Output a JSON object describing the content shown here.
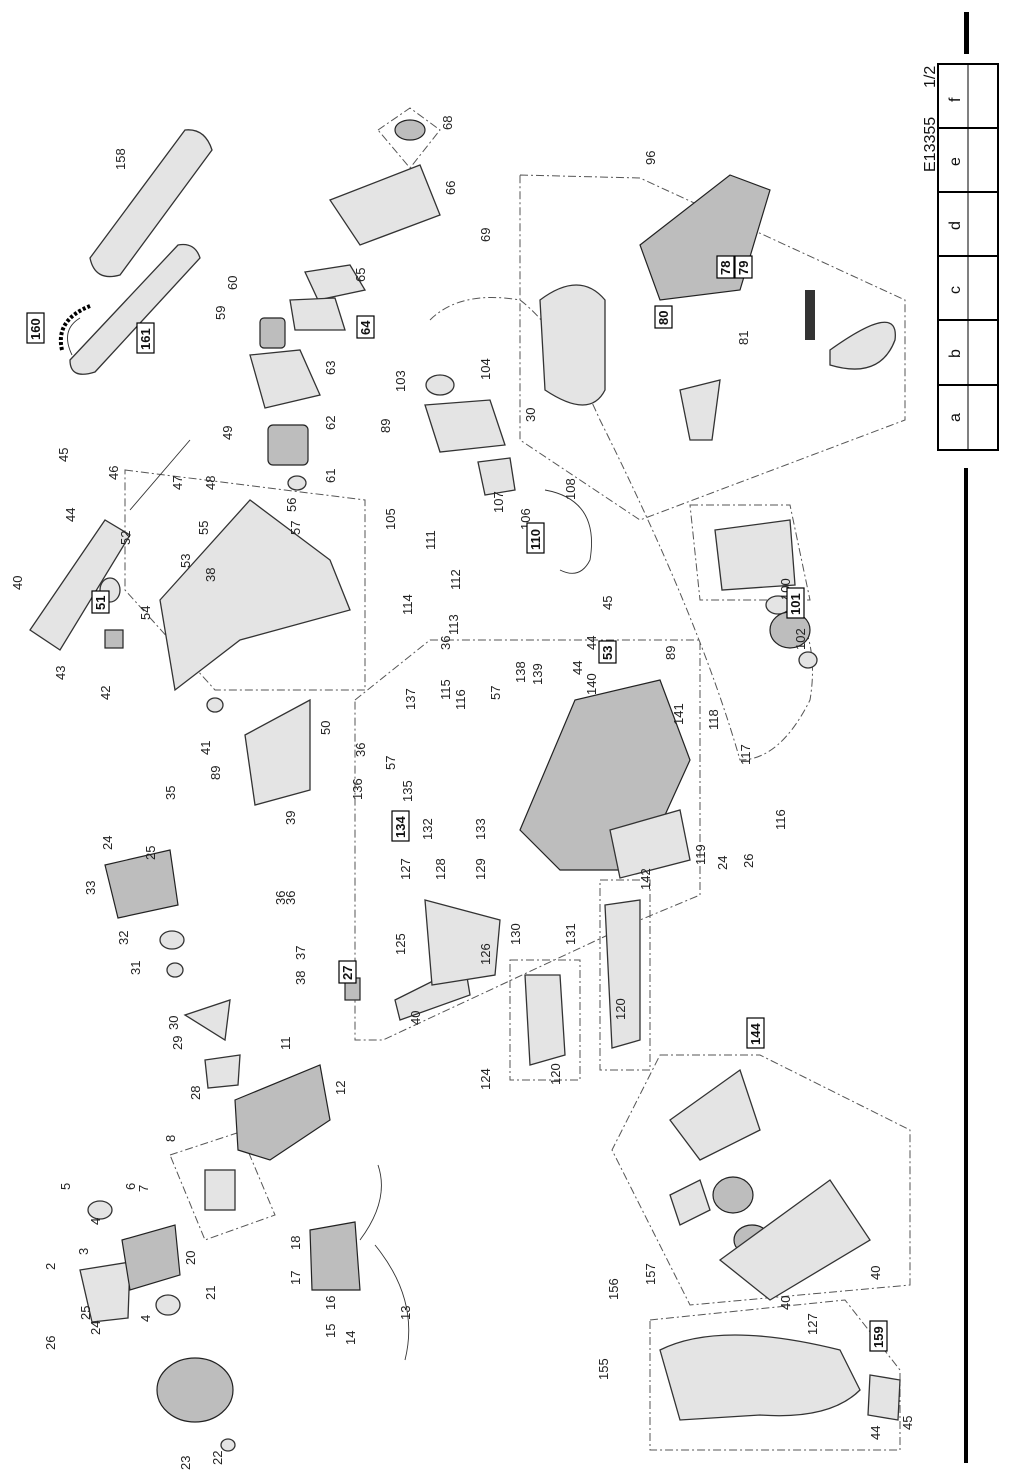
{
  "drawing": {
    "code": "E13355",
    "sheet": "1/2"
  },
  "table": {
    "columns": [
      "a",
      "b",
      "c",
      "d",
      "e",
      "f"
    ]
  },
  "callouts": [
    {
      "n": "2"
    },
    {
      "n": "3"
    },
    {
      "n": "4"
    },
    {
      "n": "5"
    },
    {
      "n": "6"
    },
    {
      "n": "7"
    },
    {
      "n": "8"
    },
    {
      "n": "11"
    },
    {
      "n": "12"
    },
    {
      "n": "13"
    },
    {
      "n": "14"
    },
    {
      "n": "15"
    },
    {
      "n": "16"
    },
    {
      "n": "17"
    },
    {
      "n": "18"
    },
    {
      "n": "20"
    },
    {
      "n": "21"
    },
    {
      "n": "4"
    },
    {
      "n": "22"
    },
    {
      "n": "23"
    },
    {
      "n": "24"
    },
    {
      "n": "25"
    },
    {
      "n": "26"
    },
    {
      "n": "28"
    },
    {
      "n": "29"
    },
    {
      "n": "30"
    },
    {
      "n": "31"
    },
    {
      "n": "32"
    },
    {
      "n": "33"
    },
    {
      "n": "24"
    },
    {
      "n": "25"
    },
    {
      "n": "35"
    },
    {
      "n": "36"
    },
    {
      "n": "37"
    },
    {
      "n": "38"
    },
    {
      "n": "39"
    },
    {
      "n": "89"
    },
    {
      "n": "41"
    },
    {
      "n": "40"
    },
    {
      "n": "42"
    },
    {
      "n": "43"
    },
    {
      "n": "44"
    },
    {
      "n": "45"
    },
    {
      "n": "46"
    },
    {
      "n": "47"
    },
    {
      "n": "48"
    },
    {
      "n": "49"
    },
    {
      "n": "50"
    },
    {
      "n": "52"
    },
    {
      "n": "53"
    },
    {
      "n": "54"
    },
    {
      "n": "55"
    },
    {
      "n": "56"
    },
    {
      "n": "57"
    },
    {
      "n": "38"
    },
    {
      "n": "59"
    },
    {
      "n": "60"
    },
    {
      "n": "61"
    },
    {
      "n": "62"
    },
    {
      "n": "63"
    },
    {
      "n": "65"
    },
    {
      "n": "66"
    },
    {
      "n": "68"
    },
    {
      "n": "69"
    },
    {
      "n": "81"
    },
    {
      "n": "96"
    },
    {
      "n": "100"
    },
    {
      "n": "102"
    },
    {
      "n": "103"
    },
    {
      "n": "104"
    },
    {
      "n": "89"
    },
    {
      "n": "30"
    },
    {
      "n": "105"
    },
    {
      "n": "106"
    },
    {
      "n": "107"
    },
    {
      "n": "108"
    },
    {
      "n": "111"
    },
    {
      "n": "112"
    },
    {
      "n": "113"
    },
    {
      "n": "114"
    },
    {
      "n": "115"
    },
    {
      "n": "116"
    },
    {
      "n": "57"
    },
    {
      "n": "36"
    },
    {
      "n": "138"
    },
    {
      "n": "139"
    },
    {
      "n": "44"
    },
    {
      "n": "140"
    },
    {
      "n": "45"
    },
    {
      "n": "44"
    },
    {
      "n": "89"
    },
    {
      "n": "141"
    },
    {
      "n": "118"
    },
    {
      "n": "117"
    },
    {
      "n": "116"
    },
    {
      "n": "24"
    },
    {
      "n": "26"
    },
    {
      "n": "119"
    },
    {
      "n": "142"
    },
    {
      "n": "36"
    },
    {
      "n": "137"
    },
    {
      "n": "57"
    },
    {
      "n": "136"
    },
    {
      "n": "135"
    },
    {
      "n": "132"
    },
    {
      "n": "133"
    },
    {
      "n": "127"
    },
    {
      "n": "128"
    },
    {
      "n": "129"
    },
    {
      "n": "130"
    },
    {
      "n": "131"
    },
    {
      "n": "125"
    },
    {
      "n": "126"
    },
    {
      "n": "40"
    },
    {
      "n": "124"
    },
    {
      "n": "120"
    },
    {
      "n": "120"
    },
    {
      "n": "155"
    },
    {
      "n": "156"
    },
    {
      "n": "157"
    },
    {
      "n": "40"
    },
    {
      "n": "127"
    },
    {
      "n": "44"
    },
    {
      "n": "45"
    },
    {
      "n": "40"
    },
    {
      "n": "158"
    },
    {
      "n": "36"
    }
  ],
  "boxed_callouts": [
    {
      "n": "160"
    },
    {
      "n": "161"
    },
    {
      "n": "51"
    },
    {
      "n": "27"
    },
    {
      "n": "64"
    },
    {
      "n": "78"
    },
    {
      "n": "79"
    },
    {
      "n": "80"
    },
    {
      "n": "101"
    },
    {
      "n": "110"
    },
    {
      "n": "53"
    },
    {
      "n": "134"
    },
    {
      "n": "144"
    },
    {
      "n": "159"
    }
  ]
}
